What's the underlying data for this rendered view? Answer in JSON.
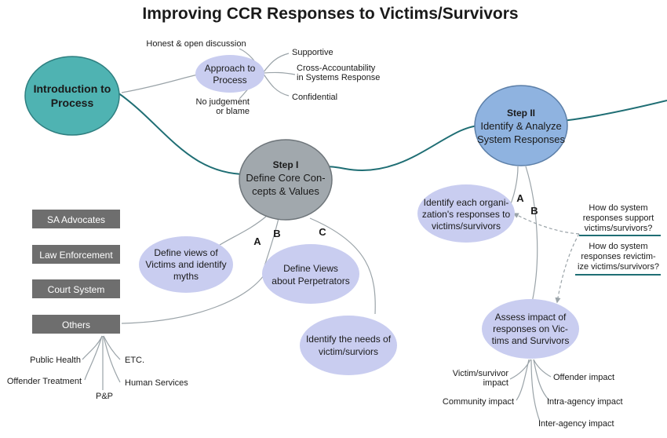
{
  "title": "Improving CCR Responses to Victims/Survivors",
  "intro": {
    "lines": [
      "Introduction to",
      "Process"
    ]
  },
  "approach": {
    "lines": [
      "Approach to",
      "Process"
    ],
    "items": {
      "honest": "Honest & open discussion",
      "supportive": "Supportive",
      "cross": [
        "Cross-Accountability",
        "in Systems Response"
      ],
      "confidential": "Confidential",
      "nojudgement": [
        "No judgement",
        "or blame"
      ]
    }
  },
  "step1": {
    "heading": "Step I",
    "lines": [
      "Define Core Con-",
      "cepts & Values"
    ],
    "a": {
      "letter": "A",
      "lines": [
        "Define views of",
        "Victims and identify",
        "myths"
      ]
    },
    "b": {
      "letter": "B",
      "lines": [
        "Define Views",
        "about Perpetrators"
      ]
    },
    "c": {
      "letter": "C",
      "lines": [
        "Identify the needs of",
        "victim/surviors"
      ]
    }
  },
  "step2": {
    "heading": "Step II",
    "lines": [
      "Identify & Analyze",
      "System Responses"
    ],
    "a": {
      "letter": "A",
      "lines": [
        "Identify each organi-",
        "zation's responses to",
        "victims/survivors"
      ]
    },
    "b": {
      "letter": "B",
      "lines": [
        "Assess impact of",
        "responses on Vic-",
        "tims and Survivors"
      ]
    },
    "q1": [
      "How do system",
      "responses support",
      "victims/survivors?"
    ],
    "q2": [
      "How do system",
      "responses revictim-",
      "ize victims/survivors?"
    ],
    "impacts": {
      "victim": [
        "Victim/survivor",
        "impact"
      ],
      "offender": "Offender impact",
      "community": "Community impact",
      "intra": "Intra-agency impact",
      "inter": "Inter-agency impact"
    }
  },
  "groups": [
    "SA Advocates",
    "Law Enforcement",
    "Court System",
    "Others"
  ],
  "others": {
    "public_health": "Public Health",
    "etc": "ETC.",
    "offender_treatment": "Offender Treatment",
    "human_services": "Human Services",
    "pp": "P&P"
  },
  "colors": {
    "intro": "#4fb3b2",
    "step": "#a1a8ad",
    "step2": "#8fb3e0",
    "bubble": "#c9cdf0",
    "box": "#6e6e6e",
    "curve": "#1f6e74",
    "thin": "#9aa3a8"
  }
}
